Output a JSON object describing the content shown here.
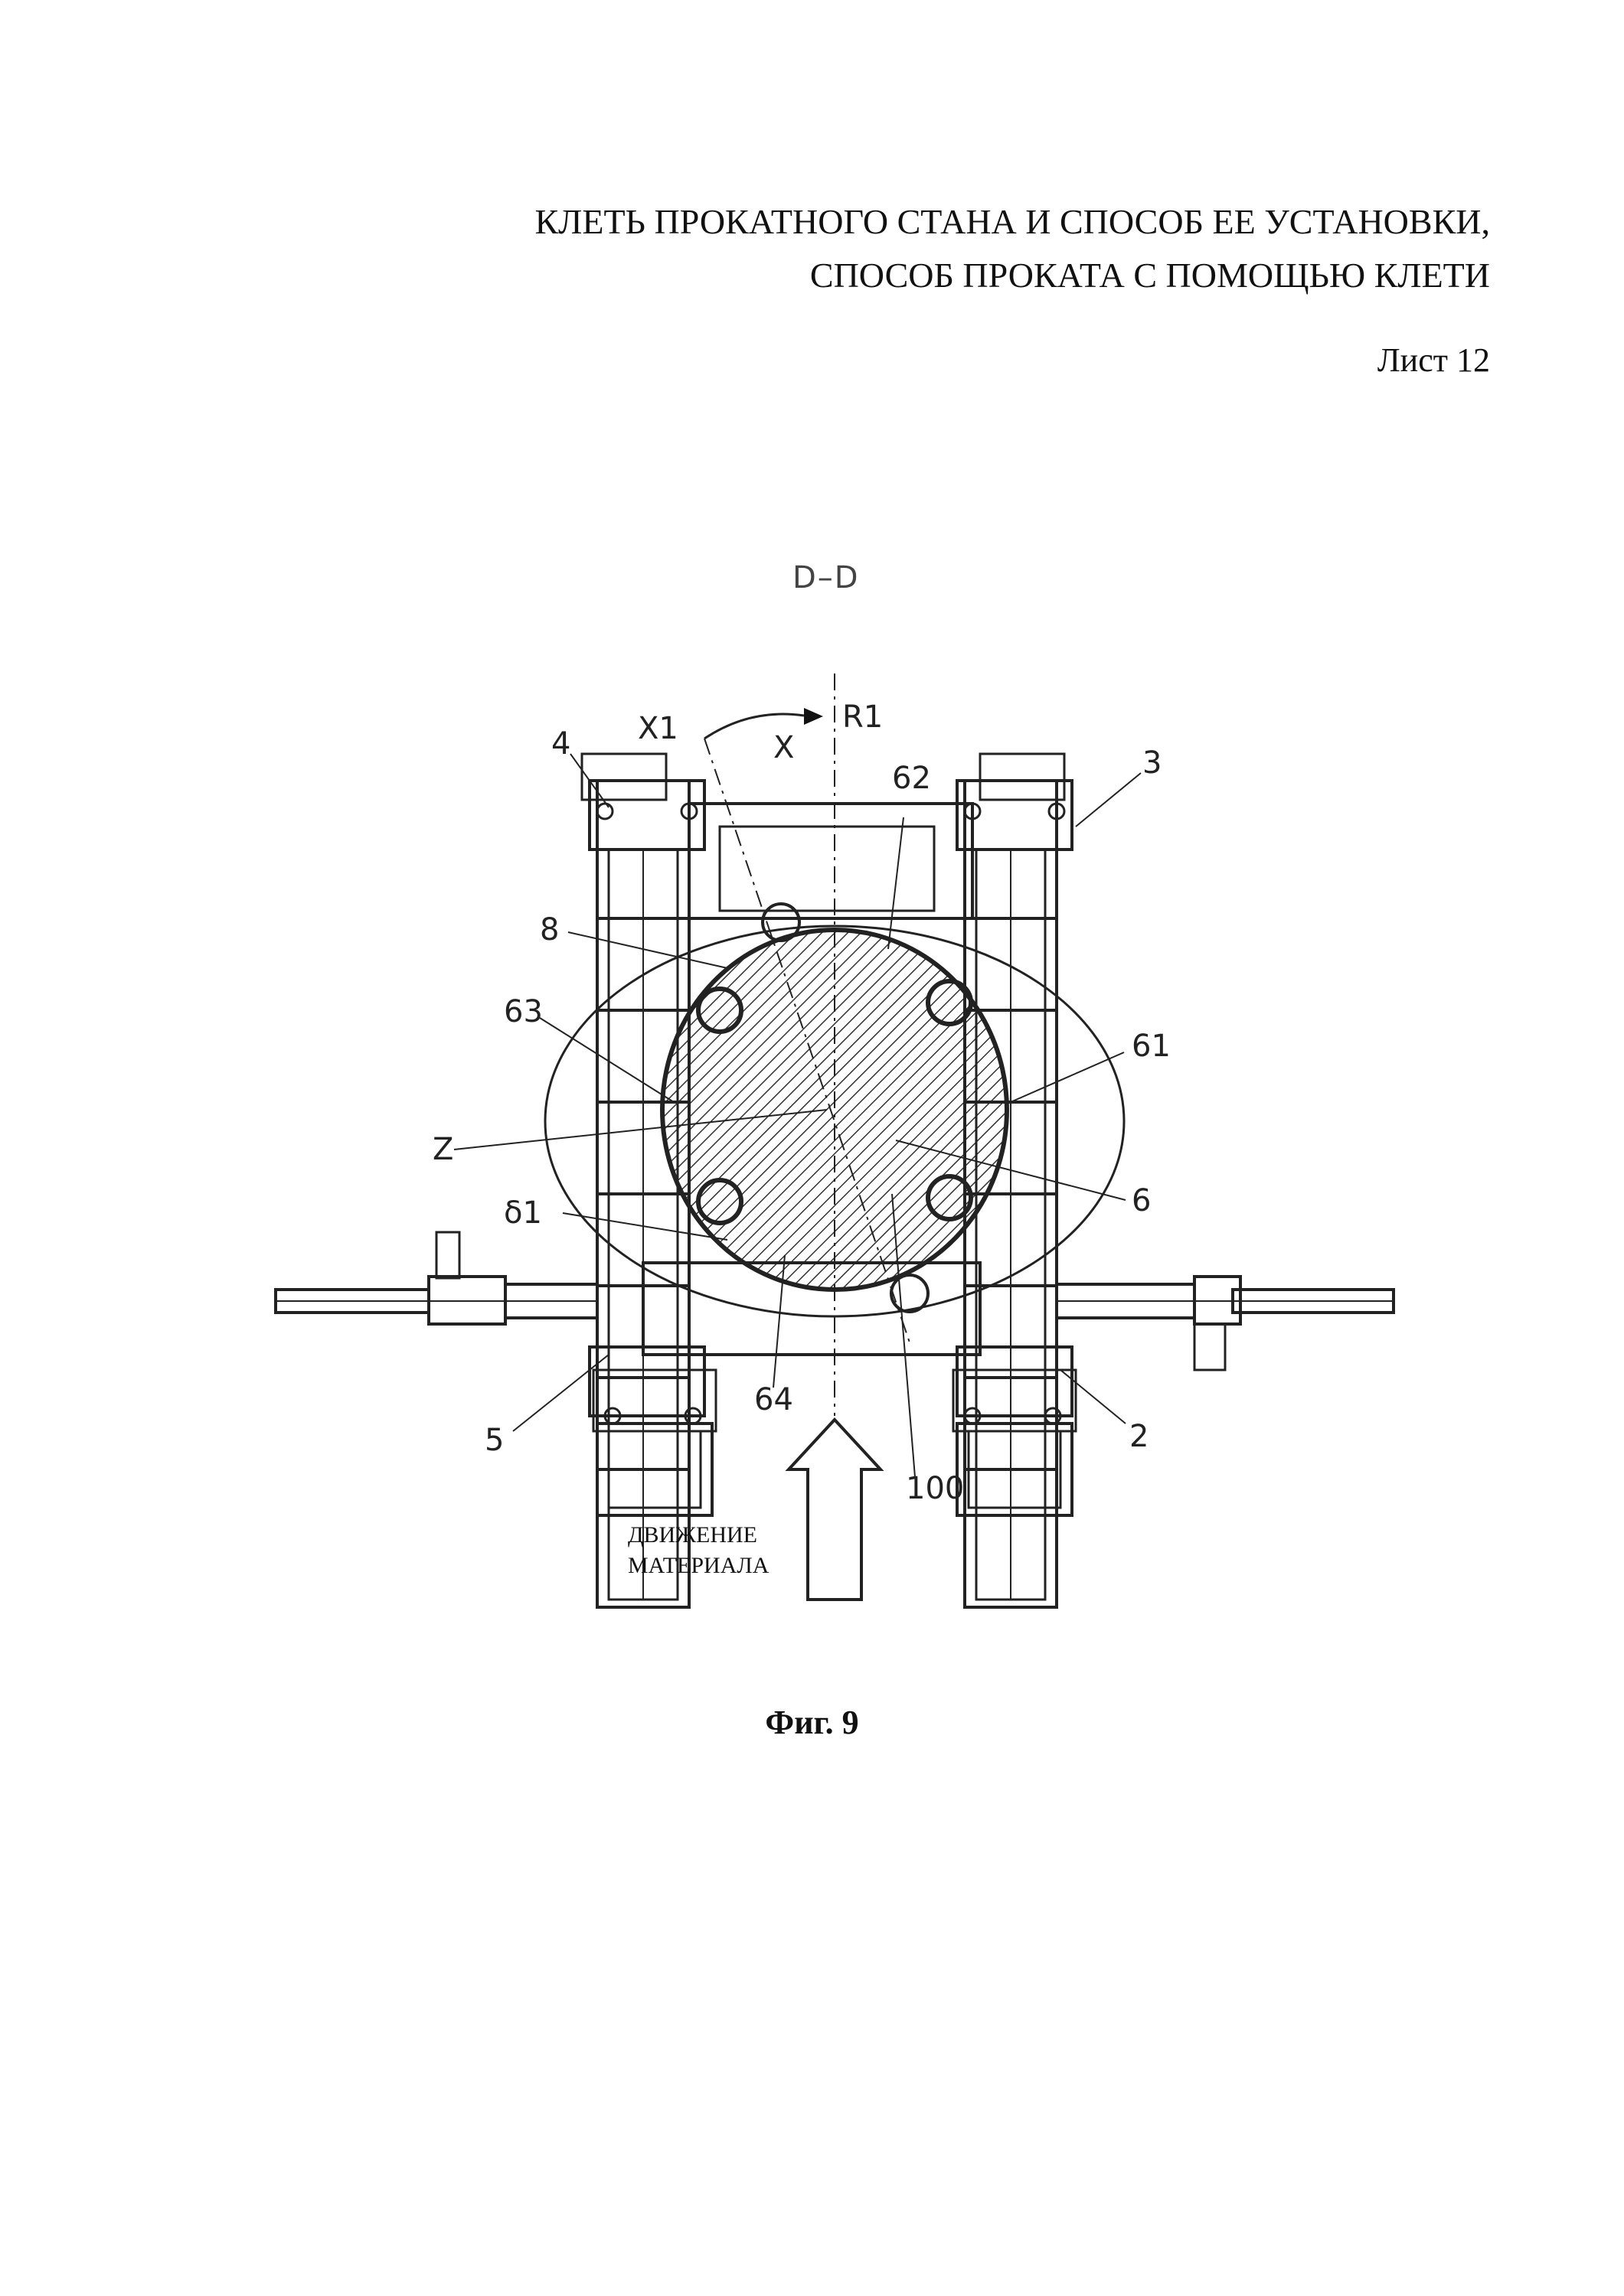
{
  "header": {
    "title_line1": "КЛЕТЬ ПРОКАТНОГО СТАНА И СПОСОБ ЕЕ УСТАНОВКИ,",
    "title_line2": "СПОСОБ ПРОКАТА С ПОМОЩЬЮ КЛЕТИ",
    "sheet": "Лист 12"
  },
  "figure": {
    "section_label": "D–D",
    "caption": "Фиг. 9",
    "labels": {
      "l4": "4",
      "l3": "3",
      "x1": "X1",
      "r1": "R1",
      "x": "X",
      "l62": "62",
      "l8": "8",
      "l63": "63",
      "l61": "61",
      "z": "Z",
      "l6": "6",
      "d1": "δ1",
      "l64": "64",
      "l5": "5",
      "l2": "2",
      "l100": "100"
    },
    "movement_line1": "ДВИЖЕНИЕ",
    "movement_line2": "МАТЕРИАЛА"
  }
}
